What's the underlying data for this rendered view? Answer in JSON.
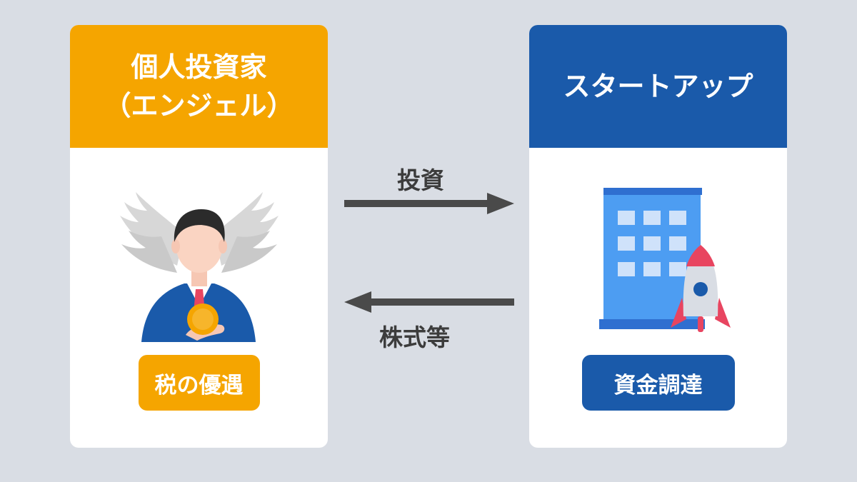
{
  "investor": {
    "title_line1": "個人投資家",
    "title_line2": "（エンジェル）",
    "benefit": "税の優遇",
    "color": "#f5a500"
  },
  "startup": {
    "title": "スタートアップ",
    "benefit": "資金調達",
    "color": "#1a5aaa"
  },
  "flows": {
    "to_startup": "投資",
    "to_investor": "株式等"
  },
  "icons": [
    "angel-investor-icon",
    "building-icon",
    "rocket-icon",
    "arrow-right-icon",
    "arrow-left-icon"
  ],
  "background_color": "#d9dde4"
}
